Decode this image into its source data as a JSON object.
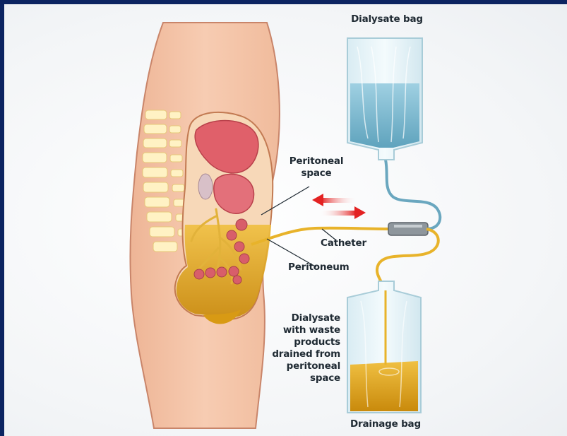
{
  "labels": {
    "dialysate_bag": "Dialysate bag",
    "peritoneal_space": "Peritoneal\nspace",
    "catheter": "Catheter",
    "peritoneum": "Peritoneum",
    "drained_note": "Dialysate\nwith waste\nproducts\ndrained from\nperitoneal\nspace",
    "drainage_bag": "Drainage bag"
  },
  "colors": {
    "frame_border": "#0c2461",
    "skin": "#f4c3a6",
    "organ_red": "#e0606a",
    "fluid_yellow": "#d69a10",
    "dialysate_blue": "#7fb9cf",
    "flow_arrow_red": "#e02020"
  }
}
